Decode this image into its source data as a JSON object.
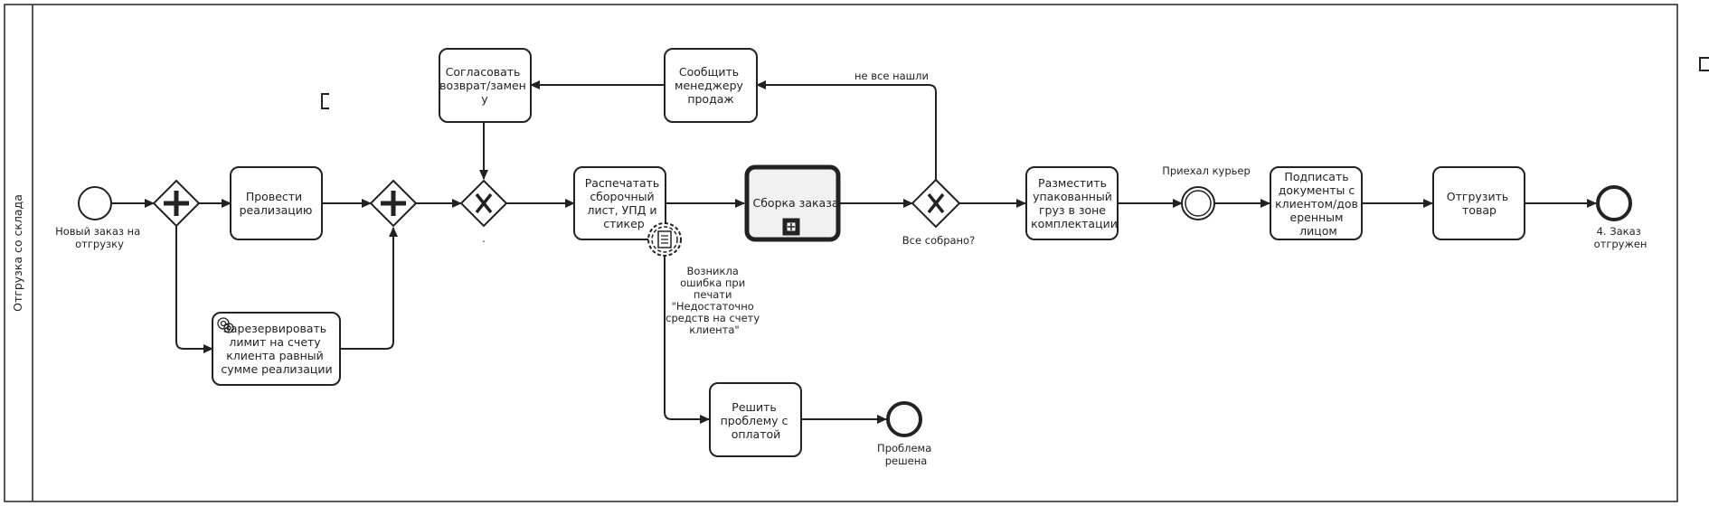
{
  "pool": {
    "label": "Отгрузка со склада"
  },
  "tasks": {
    "realize": [
      "Провести",
      "реализацию"
    ],
    "reserve": [
      "Зарезервировать",
      "лимит на счету",
      "клиента равный",
      "сумме реализации"
    ],
    "agree": [
      "Согласовать",
      "возврат/замен",
      "у"
    ],
    "notify": [
      "Сообщить",
      "менеджеру",
      "продаж"
    ],
    "print": [
      "Распечатать",
      "сборочный",
      "лист, УПД и",
      "стикер"
    ],
    "assembly": [
      "Сборка заказа"
    ],
    "place": [
      "Разместить",
      "упакованный",
      "груз в зоне",
      "комплектации"
    ],
    "sign": [
      "Подписать",
      "документы с",
      "клиентом/дов",
      "еренным",
      "лицом"
    ],
    "ship": [
      "Отгрузить",
      "товар"
    ],
    "solve": [
      "Решить",
      "проблему с",
      "оплатой"
    ]
  },
  "events": {
    "start": [
      "Новый заказ на",
      "отгрузку"
    ],
    "courier": [
      "Приехал курьер"
    ],
    "end_shipped": [
      "4. Заказ",
      "отгружен"
    ],
    "end_solved": [
      "Проблема",
      "решена"
    ],
    "print_error": [
      "Возникла",
      "ошибка при",
      "печати",
      "\"Недостаточно",
      "средств на счету",
      "клиента\""
    ]
  },
  "gateways": {
    "merge_label": ".",
    "check_label": "Все собрано?"
  },
  "flows": {
    "not_all_found": "не все нашли"
  }
}
